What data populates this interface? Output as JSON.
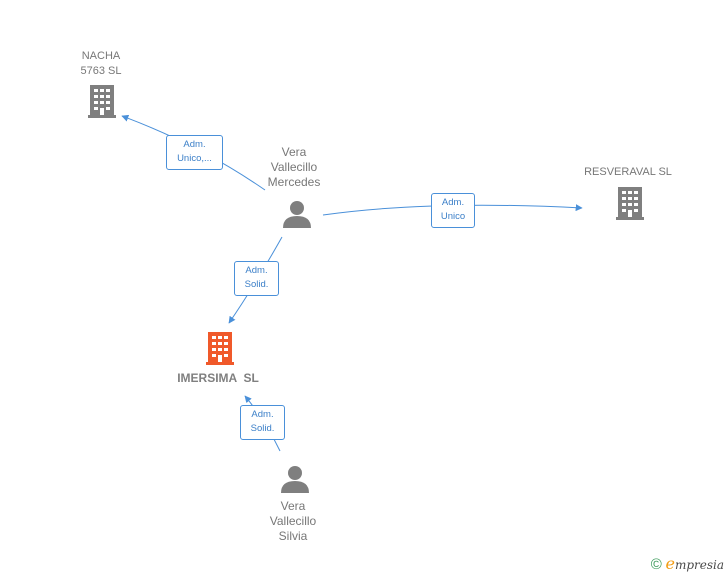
{
  "nodes": {
    "nacha": {
      "lines": [
        "NACHA",
        "5763 SL"
      ],
      "type": "company"
    },
    "resveraval": {
      "lines": [
        "RESVERAVAL SL"
      ],
      "type": "company"
    },
    "imersima": {
      "lines": [
        "IMERSIMA  SL"
      ],
      "type": "company-main"
    },
    "mercedes": {
      "lines": [
        "Vera",
        "Vallecillo",
        "Mercedes"
      ],
      "type": "person"
    },
    "silvia": {
      "lines": [
        "Vera",
        "Vallecillo",
        "Silvia"
      ],
      "type": "person"
    }
  },
  "edges": [
    {
      "id": "mercedes-nacha",
      "lines": [
        "Adm.",
        "Unico,..."
      ]
    },
    {
      "id": "mercedes-resveraval",
      "lines": [
        "Adm.",
        "Unico"
      ]
    },
    {
      "id": "mercedes-imersima",
      "lines": [
        "Adm.",
        "Solid."
      ]
    },
    {
      "id": "silvia-imersima",
      "lines": [
        "Adm.",
        "Solid."
      ]
    }
  ],
  "colors": {
    "edge": "#4a90d9",
    "company_icon": "#7f7f7f",
    "main_company_icon": "#f0592a",
    "person_icon": "#7f7f7f"
  },
  "icons": {
    "company": "building-icon",
    "person": "person-icon"
  },
  "footer": {
    "copyright": "©",
    "brand_initial": "e",
    "brand_rest": "mpresia"
  }
}
